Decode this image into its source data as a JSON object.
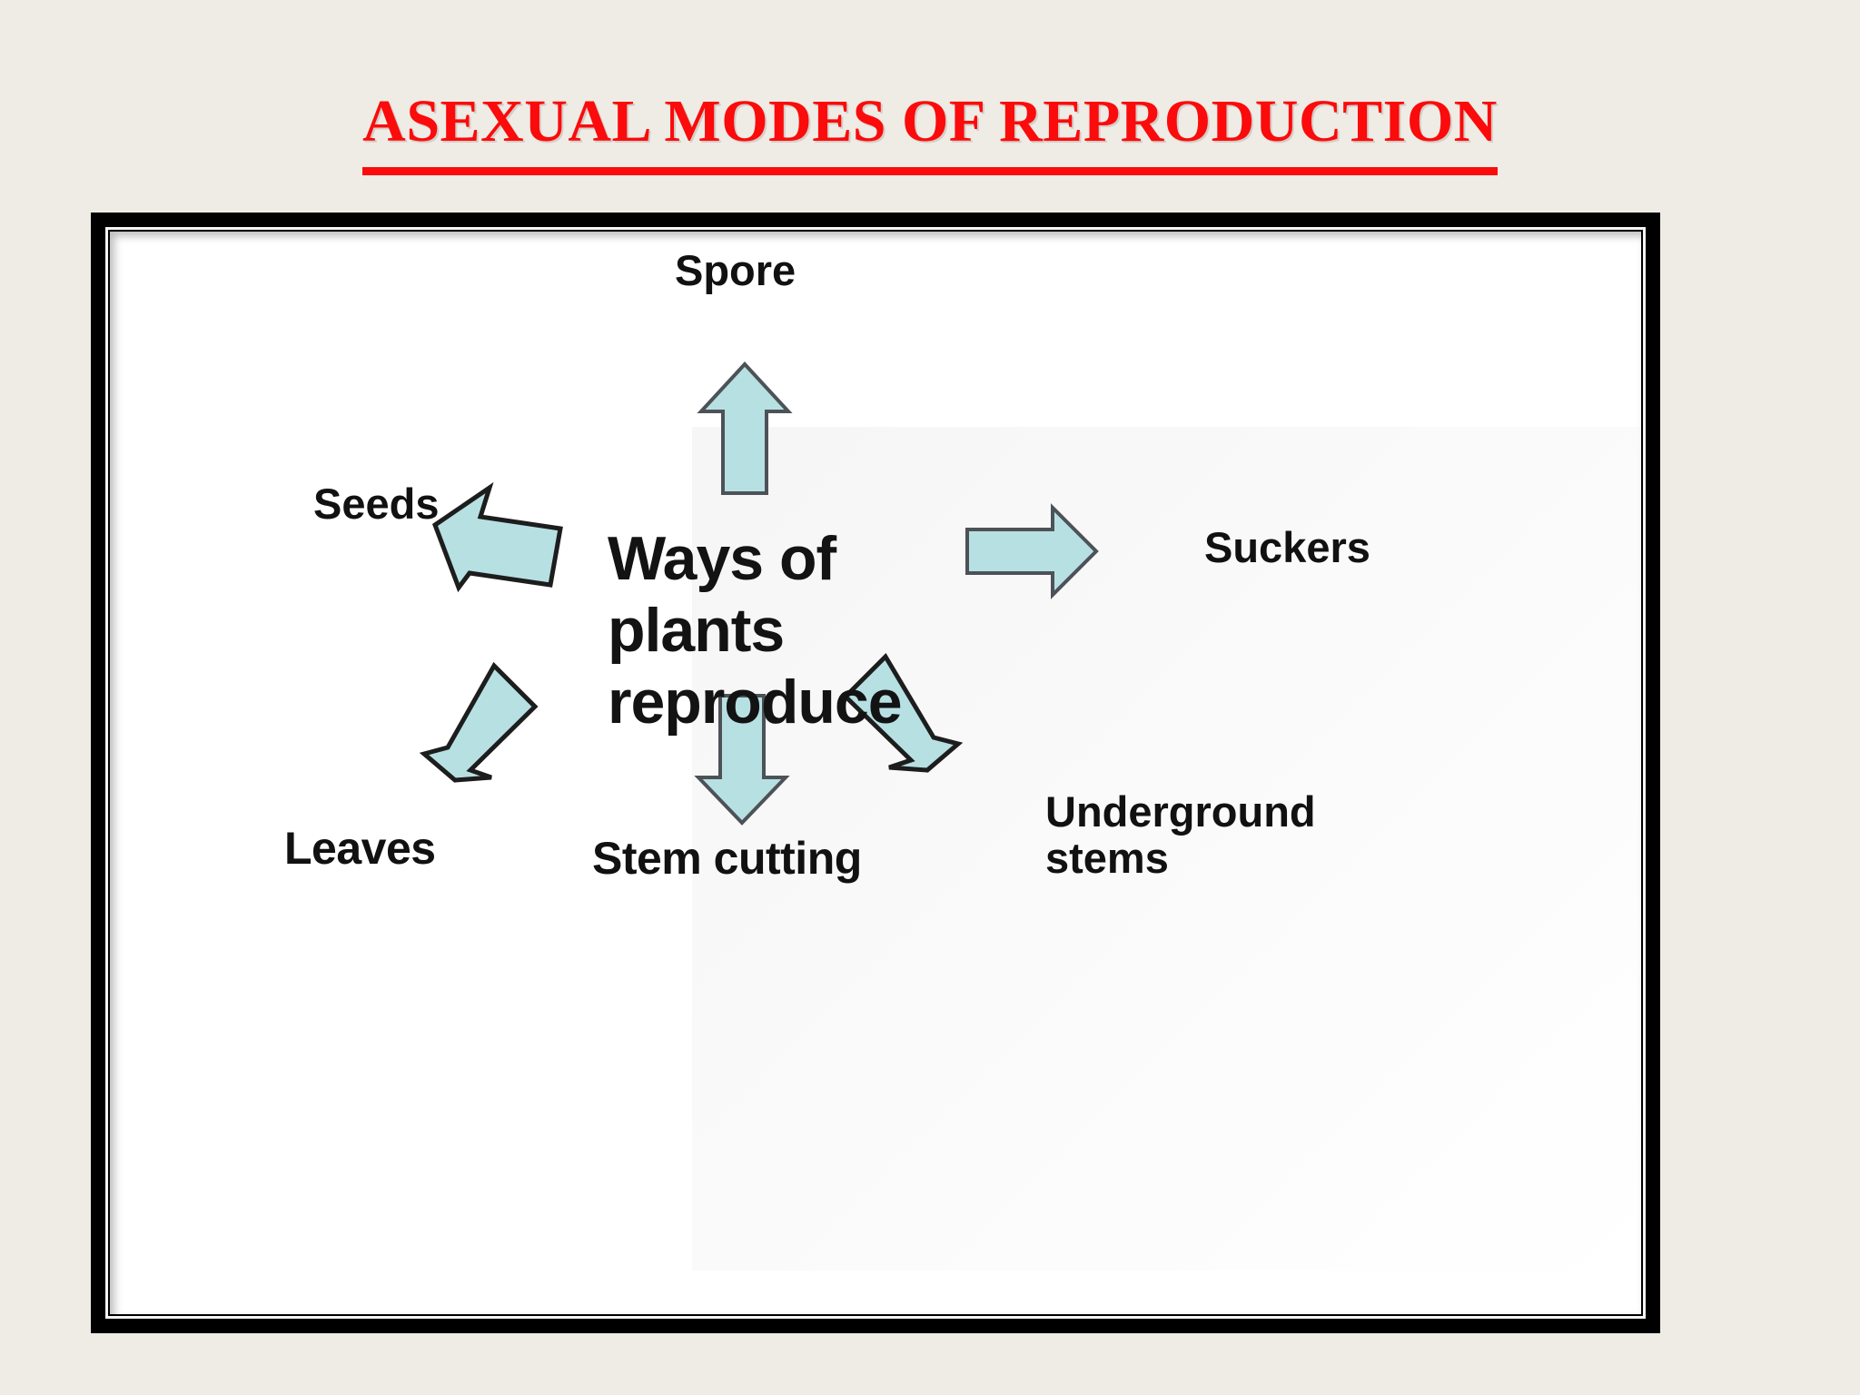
{
  "slide": {
    "title": "ASEXUAL MODES OF REPRODUCTION",
    "title_color": "#FB0B0B",
    "background_color": "#EFECE5"
  },
  "diagram": {
    "frame": {
      "border_color": "#000000",
      "canvas_color": "#FFFFFF"
    },
    "center": {
      "text": "Ways of\nplants\nreproduce"
    },
    "arrow_style": {
      "fill": "#B7E0E3",
      "stroke": "#4D5257"
    },
    "branches": [
      {
        "label": "Spore",
        "direction": "up",
        "arrow_name": "arrow-up-spore"
      },
      {
        "label": "Seeds",
        "direction": "up-left",
        "arrow_name": "arrow-upleft-seeds"
      },
      {
        "label": "Suckers",
        "direction": "right",
        "arrow_name": "arrow-right-suckers"
      },
      {
        "label": "Leaves",
        "direction": "down-left",
        "arrow_name": "arrow-downleft-leaves"
      },
      {
        "label": "Stem cutting",
        "direction": "down",
        "arrow_name": "arrow-down-stem-cutting"
      },
      {
        "label": "Underground\nstems",
        "direction": "down-right",
        "arrow_name": "arrow-downright-underground-stems"
      }
    ]
  }
}
